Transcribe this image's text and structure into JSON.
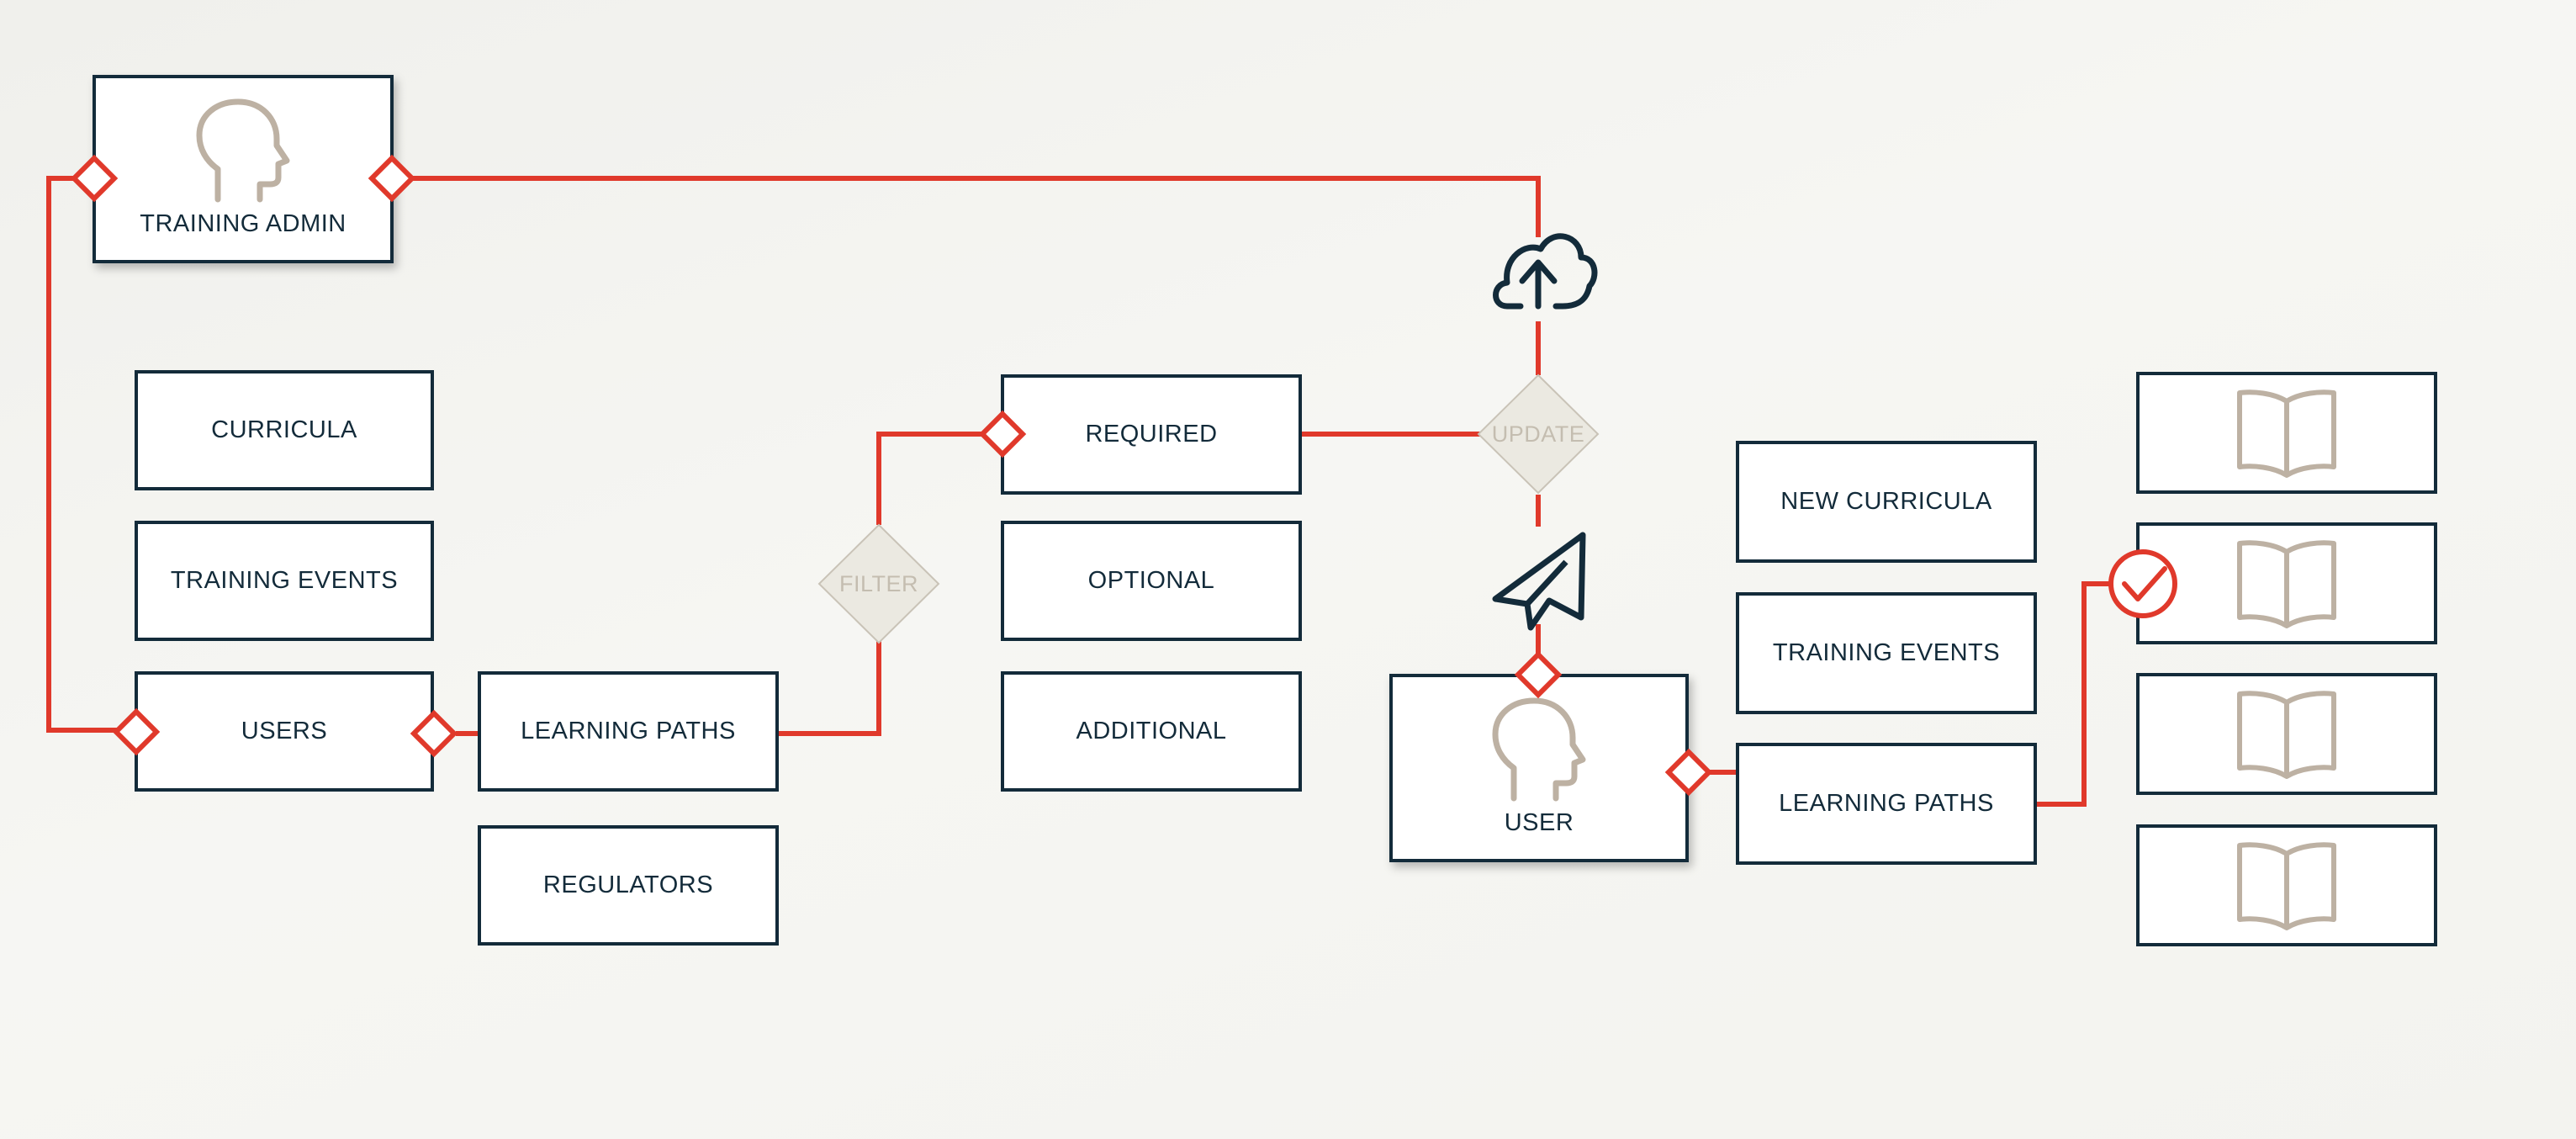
{
  "colors": {
    "connector": "#e0392b",
    "box_border": "#132b3a",
    "icon_tan": "#bdb1a3",
    "decision_fill": "#ebe9e1"
  },
  "training_admin": {
    "label": "TRAINING ADMIN"
  },
  "admin_items": {
    "curricula": "CURRICULA",
    "training_events": "TRAINING EVENTS",
    "users": "USERS"
  },
  "user_items": {
    "learning_paths": "LEARNING PATHS",
    "regulators": "REGULATORS"
  },
  "filter": {
    "label": "FILTER"
  },
  "path_types": {
    "required": "REQUIRED",
    "optional": "OPTIONAL",
    "additional": "ADDITIONAL"
  },
  "update": {
    "label": "UPDATE"
  },
  "icons": {
    "cloud": "cloud-upload-icon",
    "plane": "paper-plane-icon",
    "head": "person-head-icon",
    "book": "open-book-icon",
    "check": "check-circle-icon"
  },
  "user": {
    "label": "USER"
  },
  "user_panel": {
    "new_curricula": "NEW CURRICULA",
    "training_events": "TRAINING EVENTS",
    "learning_paths": "LEARNING PATHS"
  },
  "books": {
    "count": 4
  }
}
